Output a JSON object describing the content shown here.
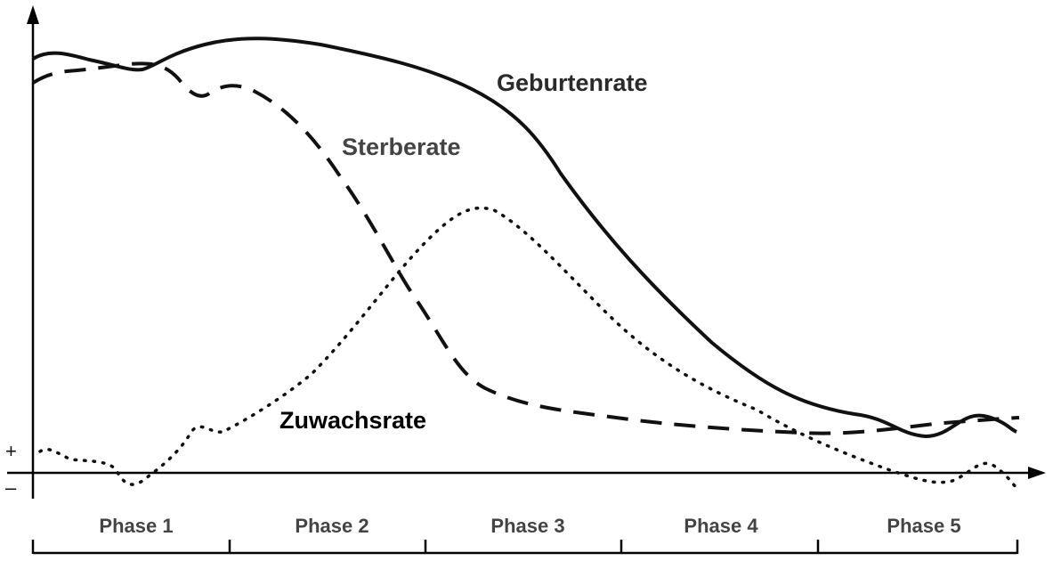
{
  "chart_data": {
    "type": "line",
    "title": "",
    "xlabel": "",
    "ylabel": "",
    "grid": false,
    "categories": [
      "Phase 1",
      "Phase 2",
      "Phase 3",
      "Phase 4",
      "Phase 5"
    ],
    "y_axis_markers": [
      "+",
      "–"
    ],
    "series": [
      {
        "name": "Geburtenrate",
        "style": "solid",
        "description": "high and roughly stable through Phase 1–2, declining steeply through Phase 3–4, low in Phase 5"
      },
      {
        "name": "Sterberate",
        "style": "dashed",
        "description": "high in Phase 1, falling sharply in Phase 2 into Phase 3, low and flat in Phase 4–5"
      },
      {
        "name": "Zuwachsrate",
        "style": "dotted",
        "description": "near zero in Phase 1, rising to a peak in Phase 3, falling back to around zero / slightly negative in Phase 5"
      }
    ]
  },
  "labels": {
    "birth": "Geburtenrate",
    "death": "Sterberate",
    "growth": "Zuwachsrate",
    "plus": "+",
    "minus": "–"
  },
  "phases": [
    "Phase 1",
    "Phase 2",
    "Phase 3",
    "Phase 4",
    "Phase 5"
  ]
}
